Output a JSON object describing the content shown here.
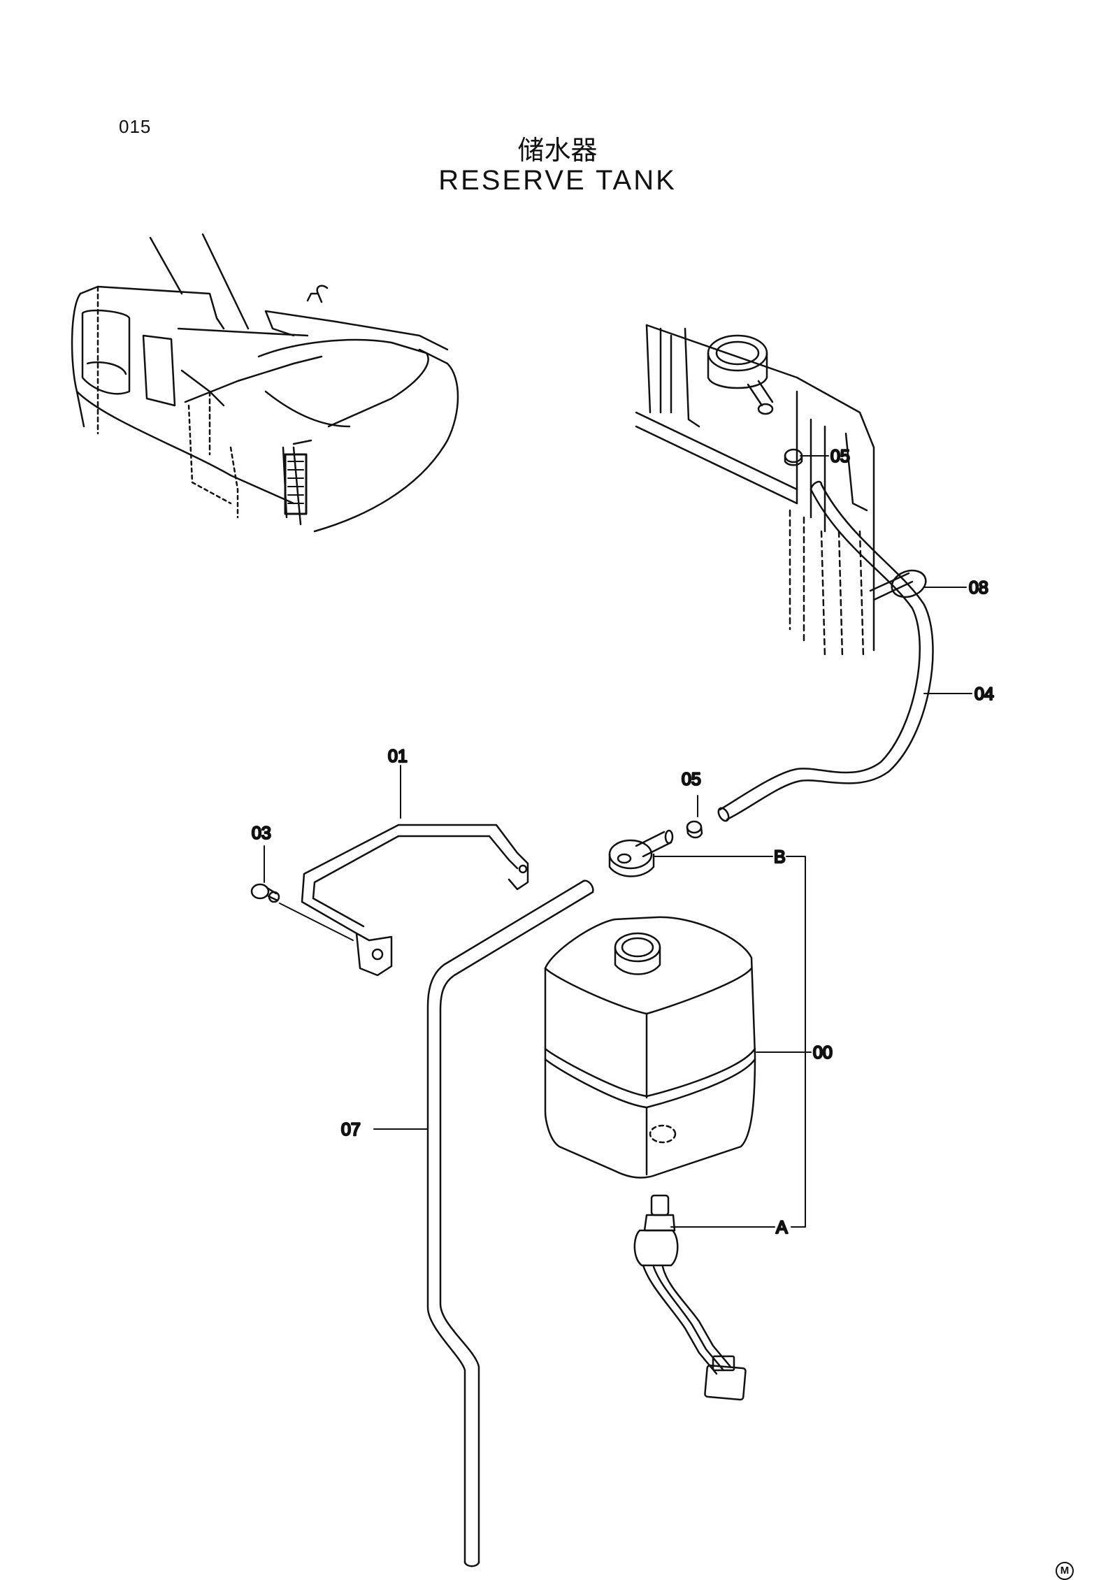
{
  "page_number": "015",
  "title_cn": "储水器",
  "title_en": "RESERVE TANK",
  "callouts": {
    "c00": "00",
    "c01": "01",
    "c03": "03",
    "c04": "04",
    "c05_top": "05",
    "c05_mid": "05",
    "c07": "07",
    "c08": "08",
    "cA": "A",
    "cB": "B"
  },
  "corner_mark": "M"
}
